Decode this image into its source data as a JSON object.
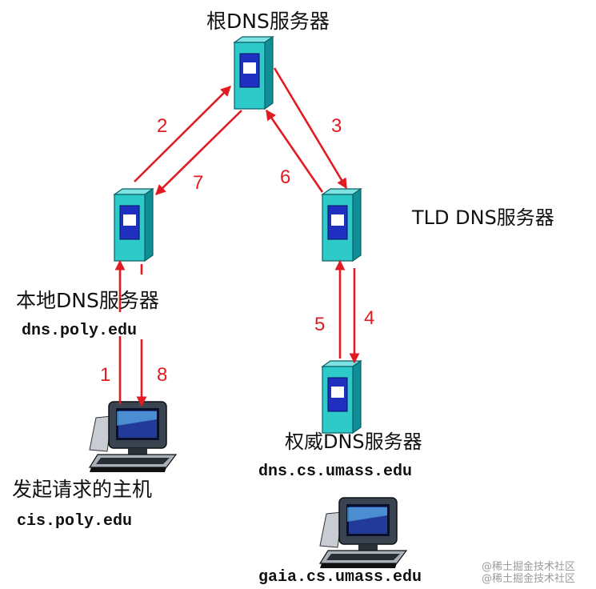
{
  "colors": {
    "arrow": "#e11b22",
    "server": "#2ec9c9",
    "server_dark": "#0f8f95",
    "screen": "#1f2fbf"
  },
  "labels": {
    "root": "根DNS服务器",
    "tld": "TLD DNS服务器",
    "local": "本地DNS服务器",
    "local_host": "dns.poly.edu",
    "auth": "权威DNS服务器",
    "auth_host": "dns.cs.umass.edu",
    "client": "发起请求的主机",
    "client_host": "cis.poly.edu",
    "target_host": "gaia.cs.umass.edu"
  },
  "steps": [
    "1",
    "2",
    "3",
    "4",
    "5",
    "6",
    "7",
    "8"
  ],
  "watermark": "@稀土掘金技术社区"
}
